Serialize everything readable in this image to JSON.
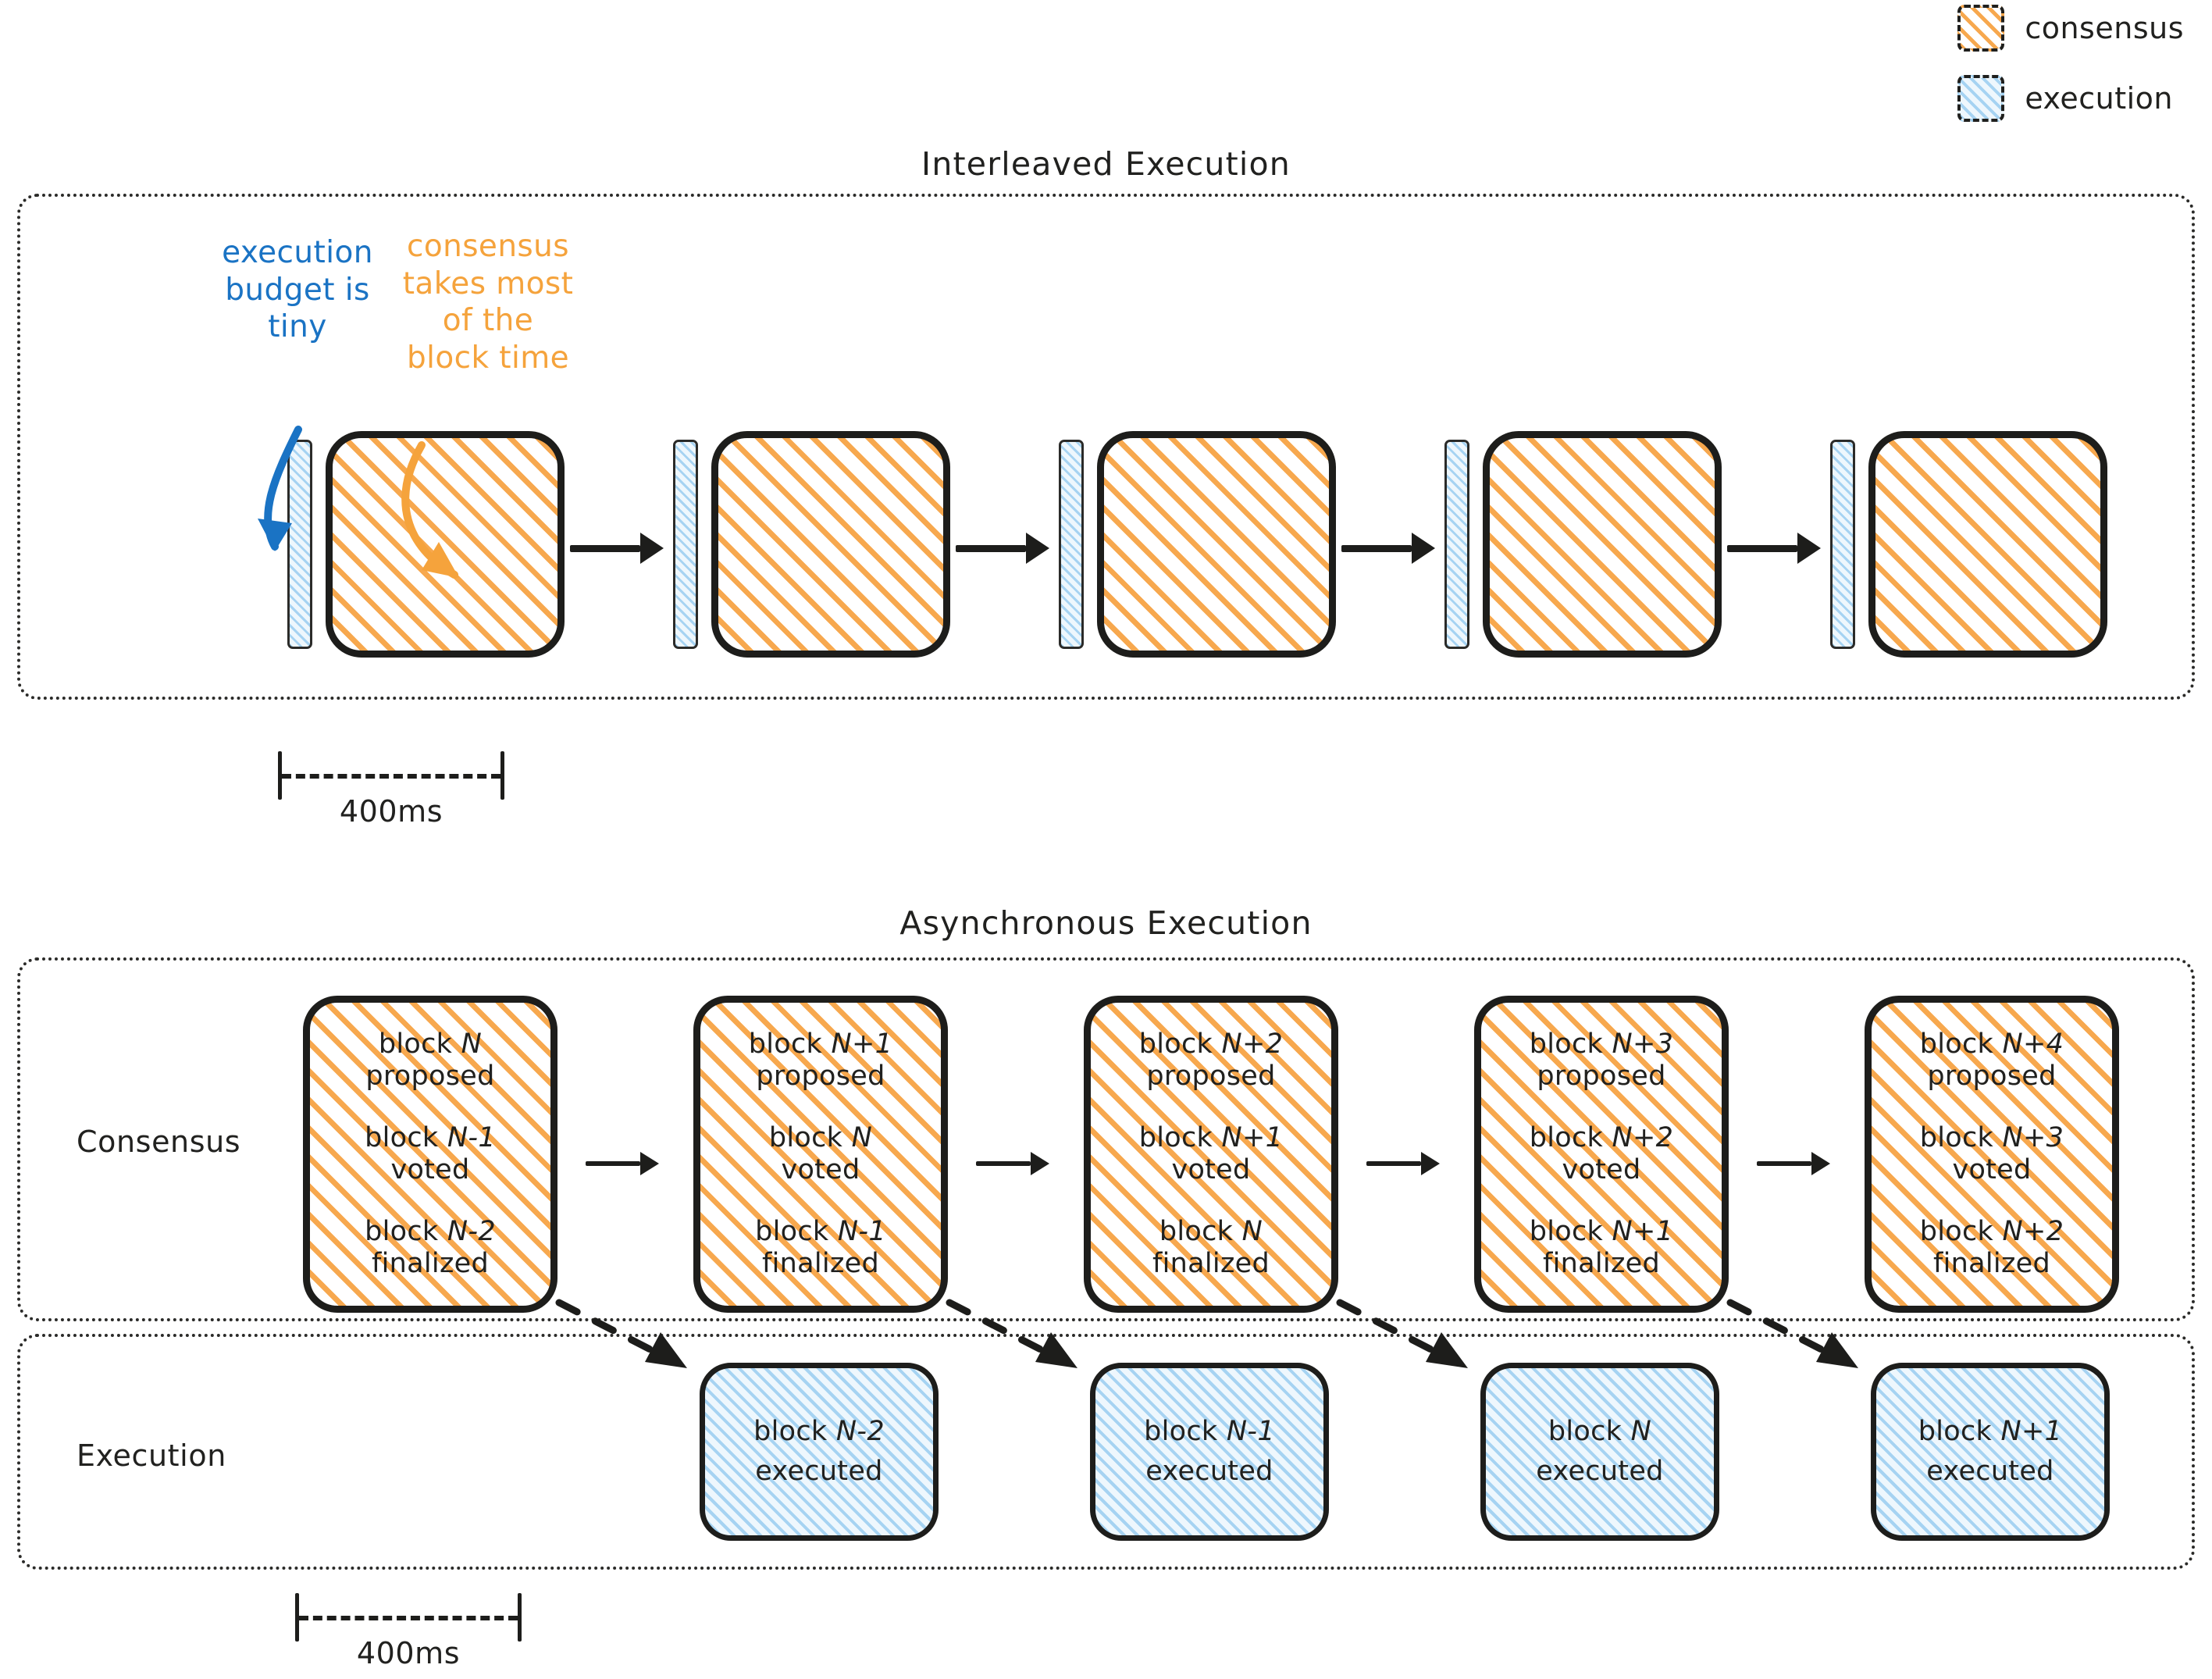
{
  "legend": {
    "items": [
      {
        "label": "consensus",
        "icon": "consensus-hatch-swatch",
        "color": "#f7a84e"
      },
      {
        "label": "execution",
        "icon": "execution-hatch-swatch",
        "color": "#a6d3f2"
      }
    ]
  },
  "sections": {
    "interleaved": {
      "title": "Interleaved Execution",
      "annotations": [
        {
          "name": "execution-budget",
          "text": "execution budget is tiny",
          "color": "#1a73c4"
        },
        {
          "name": "consensus-share",
          "text": "consensus takes most of the block time",
          "color": "#f5a33c"
        }
      ],
      "slots": [
        {
          "execution": "execution-sliver",
          "consensus": "consensus-block"
        },
        {
          "execution": "execution-sliver",
          "consensus": "consensus-block"
        },
        {
          "execution": "execution-sliver",
          "consensus": "consensus-block"
        },
        {
          "execution": "execution-sliver",
          "consensus": "consensus-block"
        },
        {
          "execution": "execution-sliver",
          "consensus": "consensus-block"
        }
      ],
      "ruler": "400ms"
    },
    "asynchronous": {
      "title": "Asynchronous Execution",
      "row_labels": {
        "consensus": "Consensus",
        "execution": "Execution"
      },
      "consensus_cards": [
        {
          "proposed": "block N proposed",
          "voted": "block N‑1 voted",
          "finalized": "block N‑2 finalized"
        },
        {
          "proposed": "block N+1 proposed",
          "voted": "block N voted",
          "finalized": "block N‑1 finalized"
        },
        {
          "proposed": "block N+2 proposed",
          "voted": "block N+1 voted",
          "finalized": "block N finalized"
        },
        {
          "proposed": "block N+3 proposed",
          "voted": "block N+2 voted",
          "finalized": "block N+1 finalized"
        },
        {
          "proposed": "block N+4 proposed",
          "voted": "block N+3 voted",
          "finalized": "block N+2 finalized"
        }
      ],
      "execution_cards": [
        {
          "line1": "block N‑2",
          "line2": "executed"
        },
        {
          "line1": "block N‑1",
          "line2": "executed"
        },
        {
          "line1": "block N",
          "line2": "executed"
        },
        {
          "line1": "block N+1",
          "line2": "executed"
        }
      ],
      "ruler": "400ms"
    }
  }
}
